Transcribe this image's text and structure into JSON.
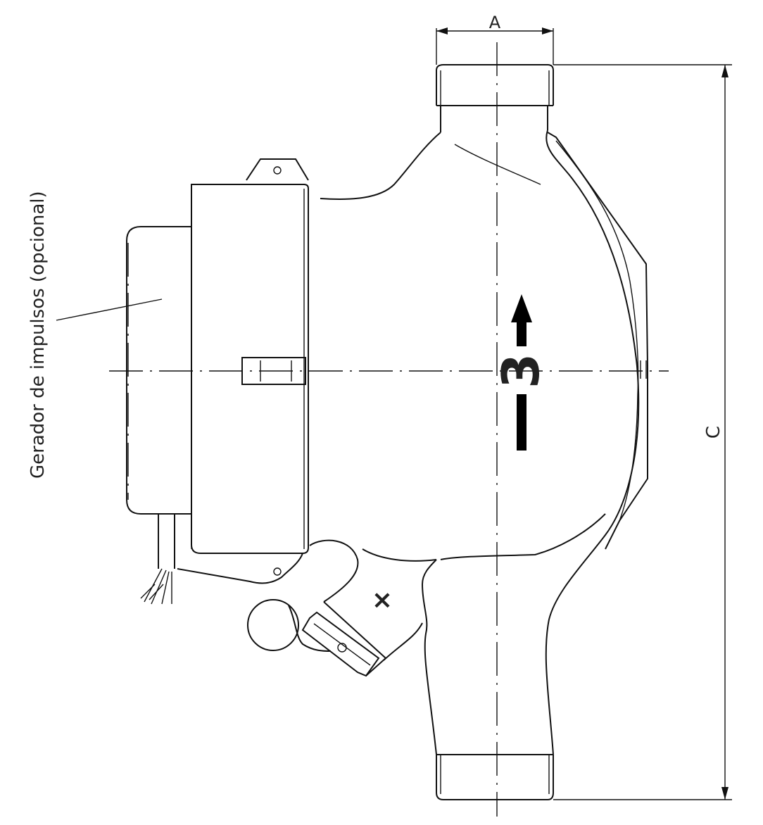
{
  "diagram": {
    "callout_label": "Gerador de impulsos (opcional)",
    "dimension_a": "A",
    "dimension_c": "C",
    "flow_direction_symbol": "3",
    "mark_symbol": "×"
  }
}
